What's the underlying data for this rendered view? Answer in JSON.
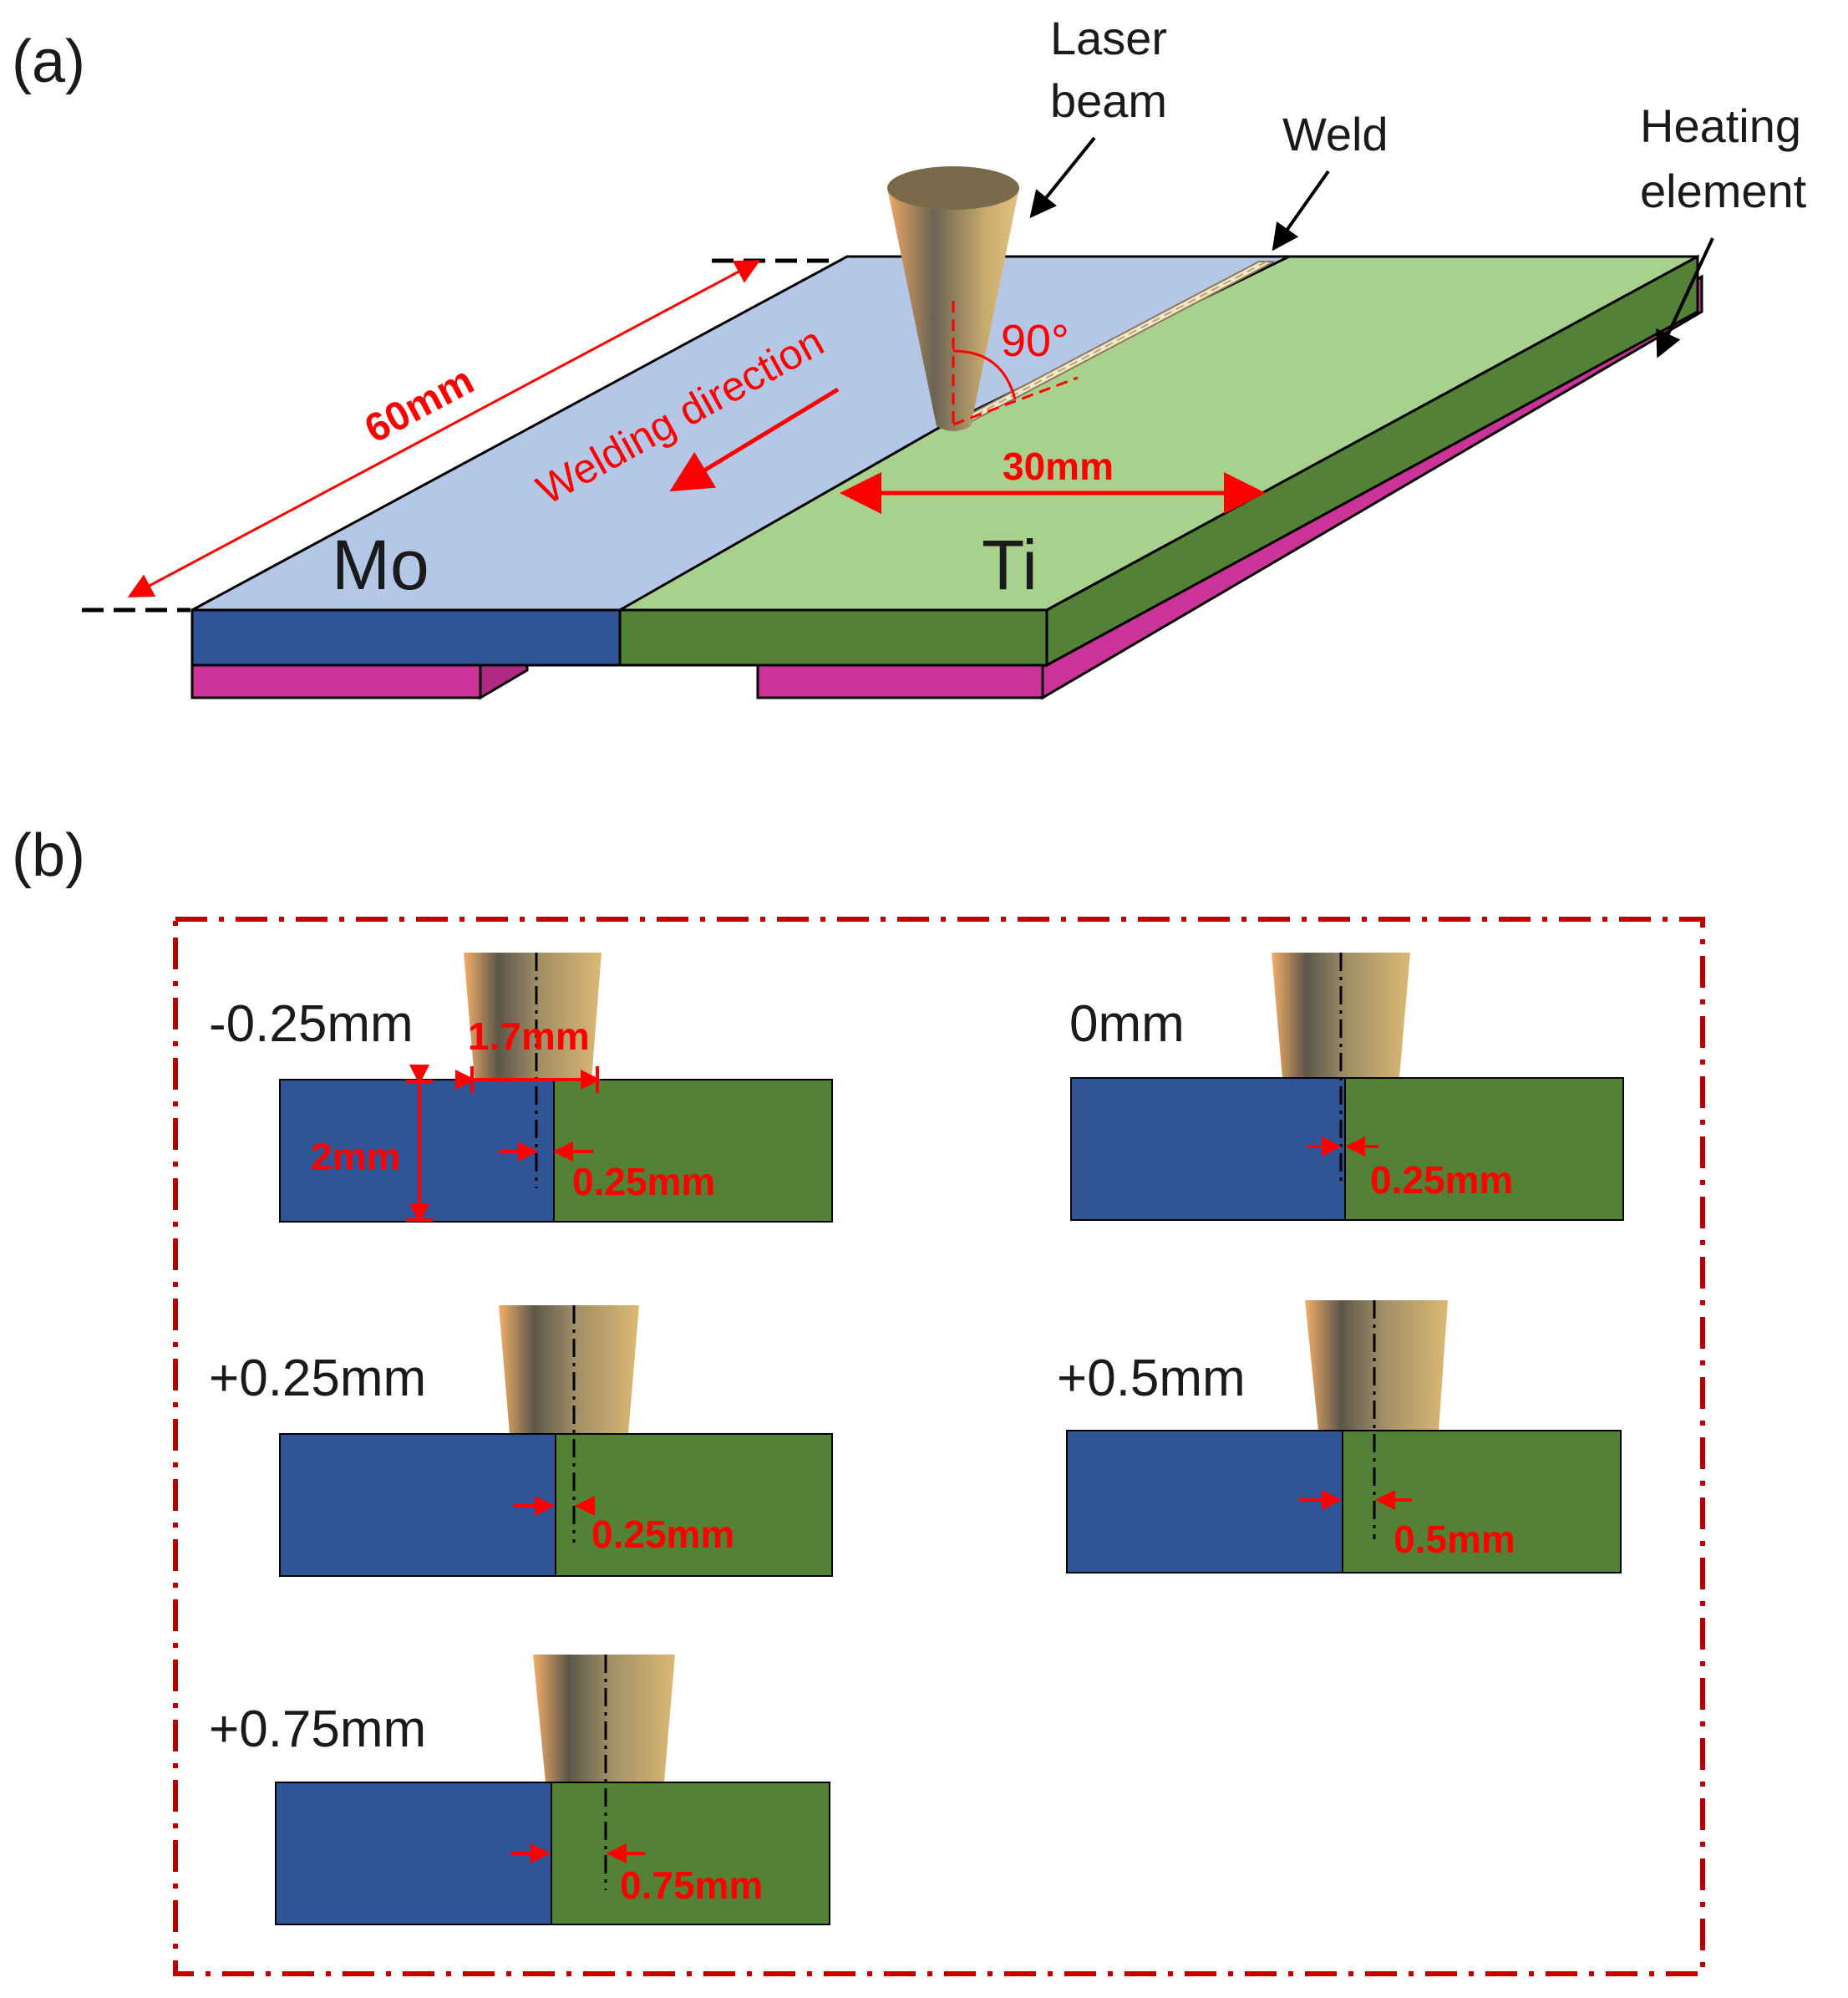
{
  "panel_a": {
    "label": "(a)",
    "laser_beam": [
      "Laser",
      "beam"
    ],
    "weld": "Weld",
    "heating_element": [
      "Heating",
      "element"
    ],
    "angle": "90°",
    "length_60": "60mm",
    "width_30": "30mm",
    "welding_direction": "Welding direction",
    "mo": "Mo",
    "ti": "Ti"
  },
  "panel_b": {
    "label": "(b)",
    "cases": [
      {
        "offset": "-0.25mm",
        "spot": "1.7mm",
        "thickness": "2mm",
        "shift": "0.25mm"
      },
      {
        "offset": "0mm",
        "shift": "0.25mm"
      },
      {
        "offset": "+0.25mm",
        "shift": "0.25mm"
      },
      {
        "offset": "+0.5mm",
        "shift": "0.5mm"
      },
      {
        "offset": "+0.75mm",
        "shift": "0.75mm"
      }
    ]
  },
  "colors": {
    "mo_top": "#b4c7e7",
    "mo_side": "#2f5597",
    "ti_top": "#a9d18e",
    "ti_side": "#538135",
    "heater": "#cc3399",
    "annotation": "#ff0000",
    "frame": "#c00000"
  }
}
